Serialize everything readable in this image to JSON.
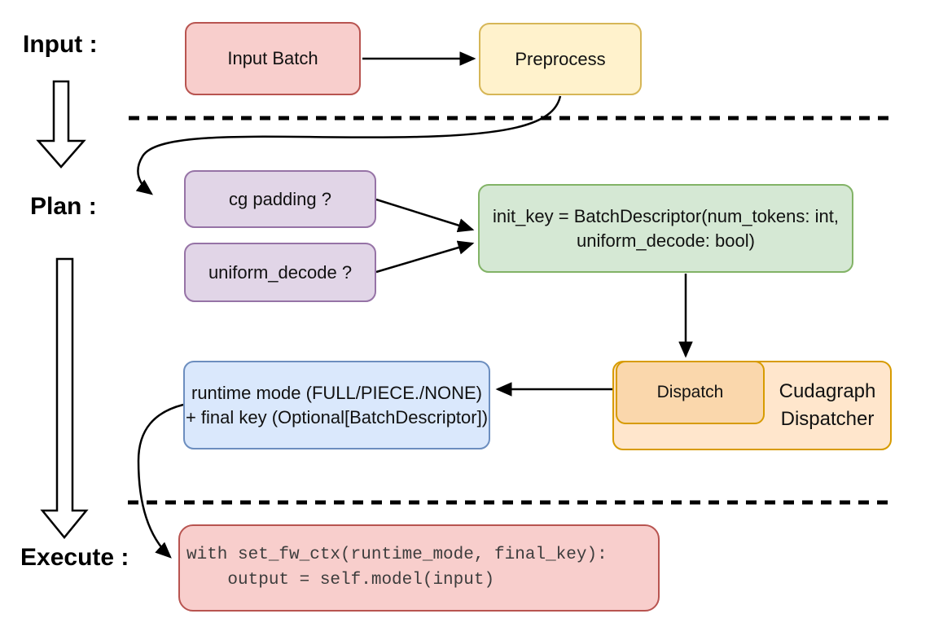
{
  "phases": {
    "input_label": "Input :",
    "plan_label": "Plan :",
    "execute_label": "Execute :"
  },
  "nodes": {
    "input_batch": {
      "label": "Input Batch"
    },
    "preprocess": {
      "label": "Preprocess"
    },
    "cg_padding": {
      "label": "cg padding ?"
    },
    "uniform_decode": {
      "label": "uniform_decode ?"
    },
    "init_key": {
      "line1": "init_key = BatchDescriptor(num_tokens: int,",
      "line2": "uniform_decode: bool)"
    },
    "dispatch": {
      "label": "Dispatch"
    },
    "cudagraph_dispatcher": {
      "line1": "Cudagraph",
      "line2": "Dispatcher"
    },
    "runtime_mode": {
      "line1": "runtime mode (FULL/PIECE./NONE)",
      "line2": "+ final key (Optional[BatchDescriptor])"
    },
    "execute_code": {
      "line1": "with set_fw_ctx(runtime_mode, final_key):",
      "line2": "    output = self.model(input)"
    }
  },
  "colors": {
    "red_fill": "#f8cecc",
    "red_stroke": "#b85450",
    "yellow_fill": "#fff2cc",
    "yellow_stroke": "#d6b656",
    "purple_fill": "#e1d5e7",
    "purple_stroke": "#9673a6",
    "green_fill": "#d5e8d4",
    "green_stroke": "#82b366",
    "orange_fill": "#ffe6cc",
    "orange_inner_fill": "#fad7ac",
    "orange_stroke": "#d79b00",
    "blue_fill": "#dae8fc",
    "blue_stroke": "#6c8ebf",
    "connector": "#000000"
  }
}
